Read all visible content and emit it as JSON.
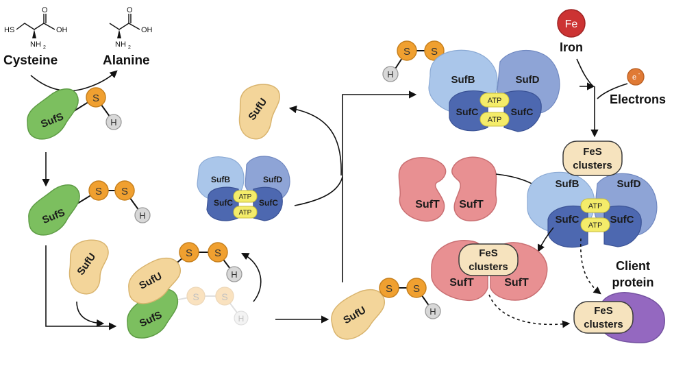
{
  "chemistry": {
    "cysteine_label": "Cysteine",
    "alanine_label": "Alanine",
    "hs_group": "HS",
    "oh_group_1": "OH",
    "oh_group_2": "OH",
    "amine_1": "NH",
    "amine_2": "NH",
    "subscript_2": "2",
    "oxygen": "O"
  },
  "atoms": {
    "sulfur": "S",
    "hydrogen": "H"
  },
  "proteins": {
    "sufs": "SufS",
    "sufu": "SufU",
    "sufb": "SufB",
    "sufd": "SufD",
    "sufc": "SufC",
    "suft": "SufT",
    "atp": "ATP"
  },
  "inputs": {
    "iron_symbol": "Fe",
    "iron_label": "Iron",
    "electron_symbol": "e",
    "electron_superscript": "-",
    "electrons_label": "Electrons"
  },
  "clusters": {
    "line1": "FeS",
    "line2": "clusters"
  },
  "client": {
    "line1": "Client",
    "line2": "protein"
  },
  "colors": {
    "sufs_green": "#7cbf5f",
    "sufu_tan": "#f3d59a",
    "sulfur_orange": "#f0a030",
    "hydrogen_gray": "#d8d8d8",
    "sufb_lightblue": "#aac6ea",
    "sufd_blue": "#8ea4d6",
    "sufc_darkblue": "#4d68b0",
    "atp_yellow": "#f4ec6a",
    "suft_red": "#e89092",
    "iron_red": "#cc3333",
    "electron_orange": "#e07a35",
    "client_purple": "#9468c0",
    "cluster_fill": "#f6e3be"
  }
}
